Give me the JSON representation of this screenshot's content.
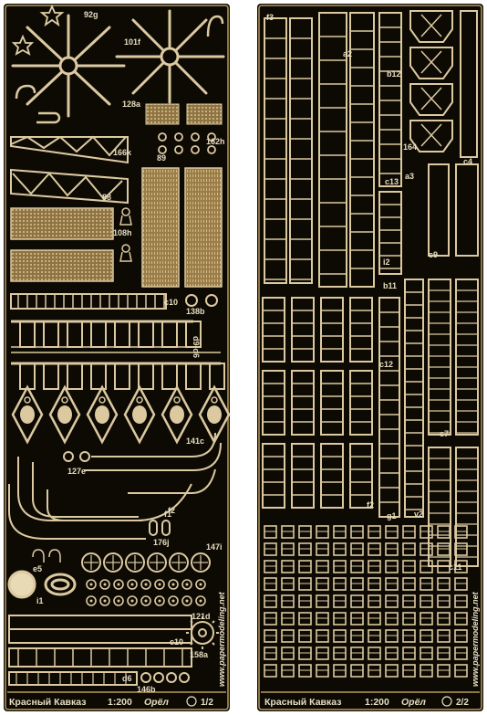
{
  "sheets": [
    {
      "id": "sheet-1",
      "footer_name": "Красный Кавказ",
      "footer_scale": "1:200",
      "footer_brand": "Орёл",
      "footer_page": "1/2",
      "website": "www.papermodeling.net",
      "labels": [
        "92g",
        "101f",
        "128a",
        "162h",
        "166k",
        "89",
        "88",
        "108h",
        "c10",
        "138b",
        "d9-d6",
        "141c",
        "127e",
        "176j",
        "f1",
        "147i",
        "i1",
        "e5",
        "121d",
        "c10",
        "158a",
        "146b",
        "d6",
        "f2"
      ]
    },
    {
      "id": "sheet-2",
      "footer_name": "Красный Кавказ",
      "footer_scale": "1:200",
      "footer_brand": "Орёл",
      "footer_page": "2/2",
      "website": "www.papermodeling.net",
      "labels": [
        "f3",
        "a2",
        "b12",
        "164",
        "c4",
        "c13",
        "a3",
        "c9",
        "i2",
        "b11",
        "c12",
        "c7",
        "f2",
        "g1",
        "v2",
        "c11"
      ]
    }
  ],
  "colors": {
    "background": "#ffffff",
    "sheet": "#0d0a04",
    "etch": "#b89a5c",
    "etch_light": "#dcc9a0",
    "text": "#e6dcc0"
  }
}
